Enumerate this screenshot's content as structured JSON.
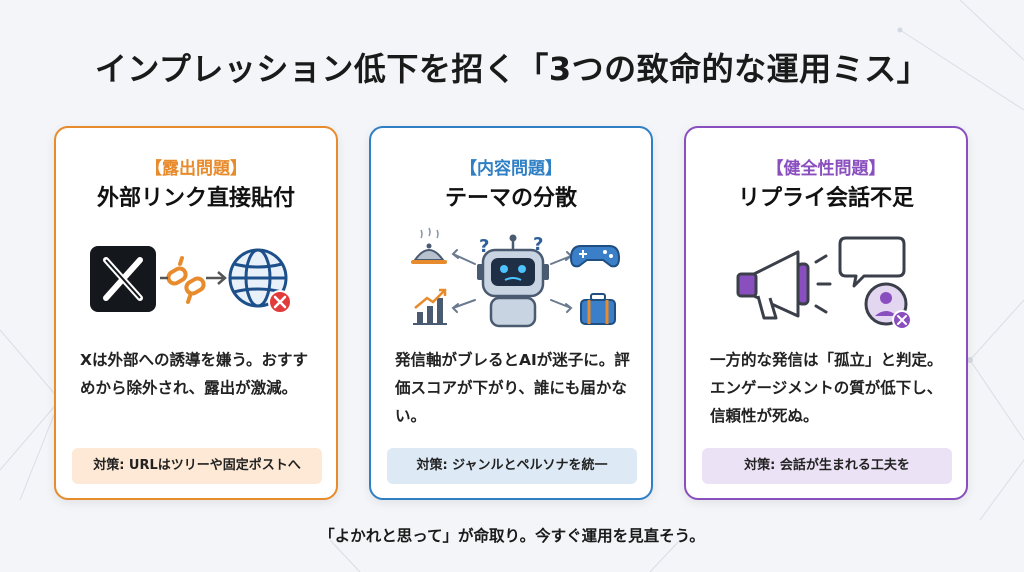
{
  "title": "インプレッション低下を招く「3つの致命的な運用ミス」",
  "cards": [
    {
      "tag": "【露出問題】",
      "heading": "外部リンク直接貼付",
      "body": "Xは外部への誘導を嫌う。おすすめから除外され、露出が激減。",
      "measure": "対策: URLはツリーや固定ポストへ",
      "icons": [
        "x-logo-icon",
        "broken-link-icon",
        "arrow-right-icon",
        "globe-icon",
        "error-badge-icon"
      ],
      "accent": "#e88b2c"
    },
    {
      "tag": "【内容問題】",
      "heading": "テーマの分散",
      "body": "発信軸がブレるとAIが迷子に。評価スコアが下がり、誰にも届かない。",
      "measure": "対策: ジャンルとペルソナを統一",
      "icons": [
        "robot-icon",
        "food-cloche-icon",
        "game-controller-icon",
        "growth-chart-icon",
        "suitcase-icon",
        "question-mark-icon"
      ],
      "accent": "#2f7fc4"
    },
    {
      "tag": "【健全性問題】",
      "heading": "リプライ会話不足",
      "body": "一方的な発信は「孤立」と判定。エンゲージメントの質が低下し、信頼性が死ぬ。",
      "measure": "対策: 会話が生まれる工夫を",
      "icons": [
        "megaphone-icon",
        "speech-bubble-icon",
        "user-blocked-icon"
      ],
      "accent": "#8a4fbf"
    }
  ],
  "footer": "「よかれと思って」が命取り。今すぐ運用を見直そう。"
}
